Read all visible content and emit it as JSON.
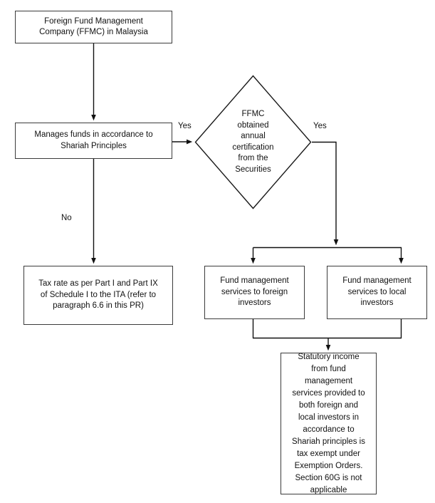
{
  "diagram": {
    "title": "Foreign Fund Management Company (FFMC) in Malaysia tax treatment flowchart",
    "type": "flowchart",
    "nodes": {
      "ffmc": {
        "shape": "process",
        "text": "Foreign Fund Management\nCompany (FFMC) in Malaysia"
      },
      "manages": {
        "shape": "process",
        "text": "Manages funds in accordance to\nShariah Principles"
      },
      "decision": {
        "shape": "decision",
        "text": "FFMC\nobtained\nannual\ncertification\nfrom the\nSecurities"
      },
      "taxrate": {
        "shape": "process",
        "text": "Tax rate as per Part I and Part IX\nof Schedule I to the ITA (refer to\nparagraph 6.6 in this PR)"
      },
      "foreign": {
        "shape": "process",
        "text": "Fund management\nservices to foreign\ninvestors"
      },
      "local": {
        "shape": "process",
        "text": "Fund management\nservices to local\ninvestors"
      },
      "statutory": {
        "shape": "process",
        "text": "Statutory income\nfrom fund\nmanagement\nservices provided to\nboth foreign and\nlocal investors in\naccordance to\nShariah principles is\ntax exempt under\nExemption Orders.\nSection 60G is not\napplicable"
      }
    },
    "edge_labels": {
      "yes_to_decision": "Yes",
      "yes_from_decision": "Yes",
      "no_branch": "No"
    },
    "colors": {
      "stroke": "#3b3b3b",
      "edge": "#1a1a1a",
      "text": "#111111",
      "background": "#ffffff"
    }
  }
}
